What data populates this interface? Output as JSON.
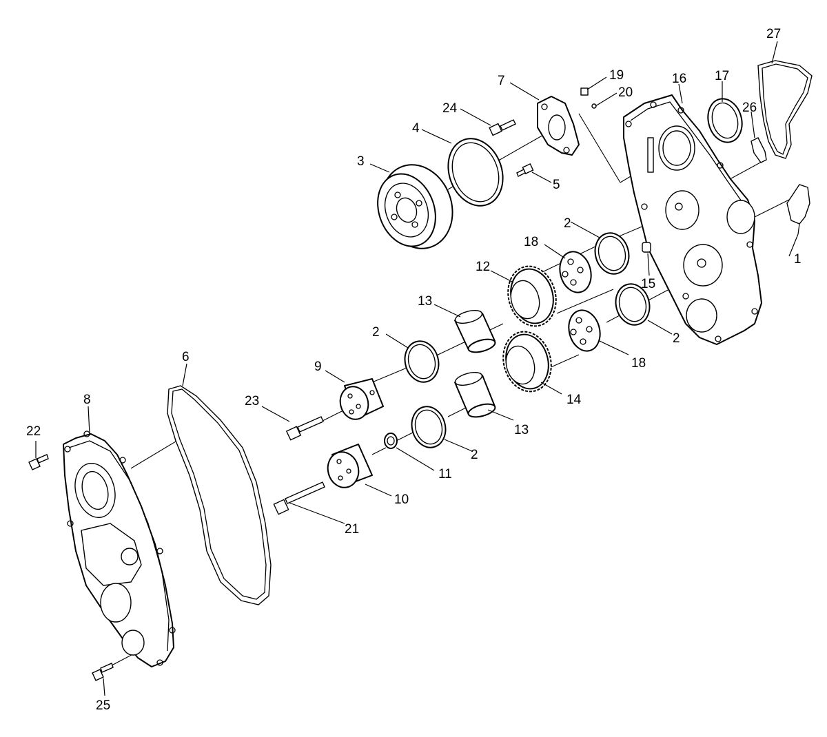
{
  "diagram": {
    "labels": {
      "l1": "1",
      "l2a": "2",
      "l2b": "2",
      "l2c": "2",
      "l2d": "2",
      "l3": "3",
      "l4": "4",
      "l5": "5",
      "l6": "6",
      "l7": "7",
      "l8": "8",
      "l9": "9",
      "l10": "10",
      "l11": "11",
      "l12": "12",
      "l13a": "13",
      "l13b": "13",
      "l14": "14",
      "l15": "15",
      "l16": "16",
      "l17": "17",
      "l18a": "18",
      "l18b": "18",
      "l19": "19",
      "l20": "20",
      "l21": "21",
      "l22": "22",
      "l23": "23",
      "l24": "24",
      "l25": "25",
      "l26": "26",
      "l27": "27"
    }
  }
}
